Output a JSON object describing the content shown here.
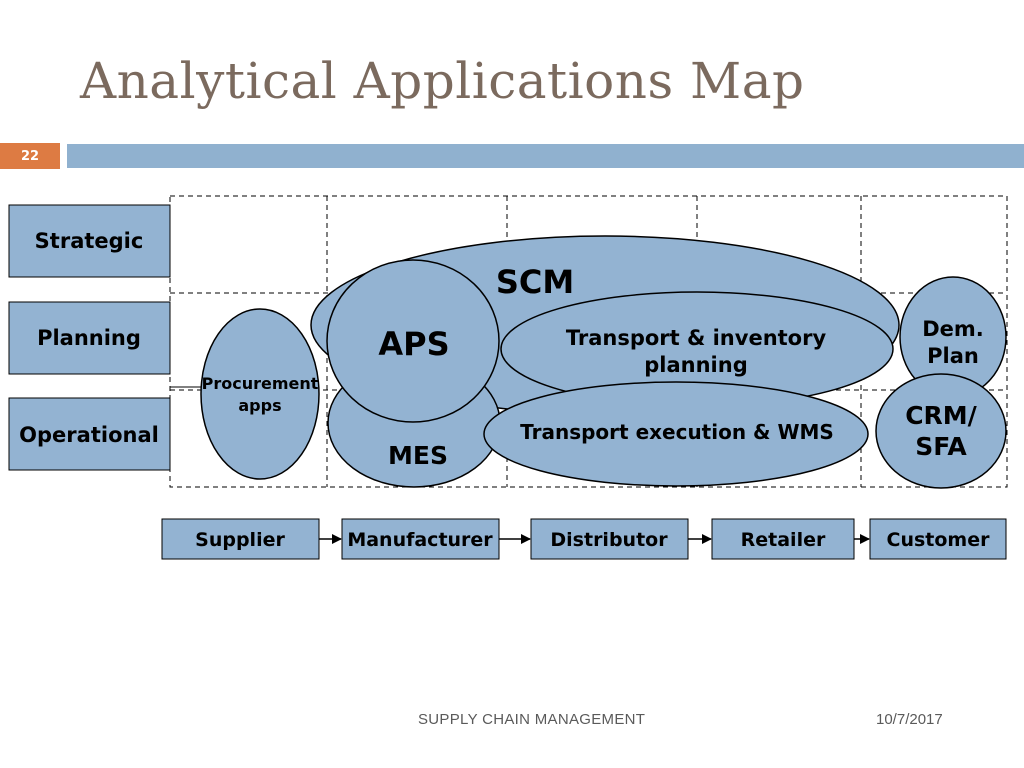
{
  "slide": {
    "title": "Analytical Applications Map",
    "number": "22",
    "footer_left": "SUPPLY CHAIN MANAGEMENT",
    "footer_right": "10/7/2017"
  },
  "colors": {
    "shape_fill": "#93b3d2",
    "shape_stroke": "#000000",
    "title_text": "#7b6a5e",
    "accent_bar": "#90b1cf",
    "number_box": "#dd7b43"
  },
  "levels": [
    "Strategic",
    "Planning",
    "Operational"
  ],
  "applications": {
    "scm": "SCM",
    "aps": "APS",
    "mes": "MES",
    "procurement_line1": "Procurement",
    "procurement_line2": "apps",
    "transport_inventory_line1": "Transport & inventory",
    "transport_inventory_line2": "planning",
    "transport_execution": "Transport execution & WMS",
    "dem_plan_line1": "Dem.",
    "dem_plan_line2": "Plan",
    "crm_line1": "CRM/",
    "crm_line2": "SFA"
  },
  "chain": [
    "Supplier",
    "Manufacturer",
    "Distributor",
    "Retailer",
    "Customer"
  ]
}
